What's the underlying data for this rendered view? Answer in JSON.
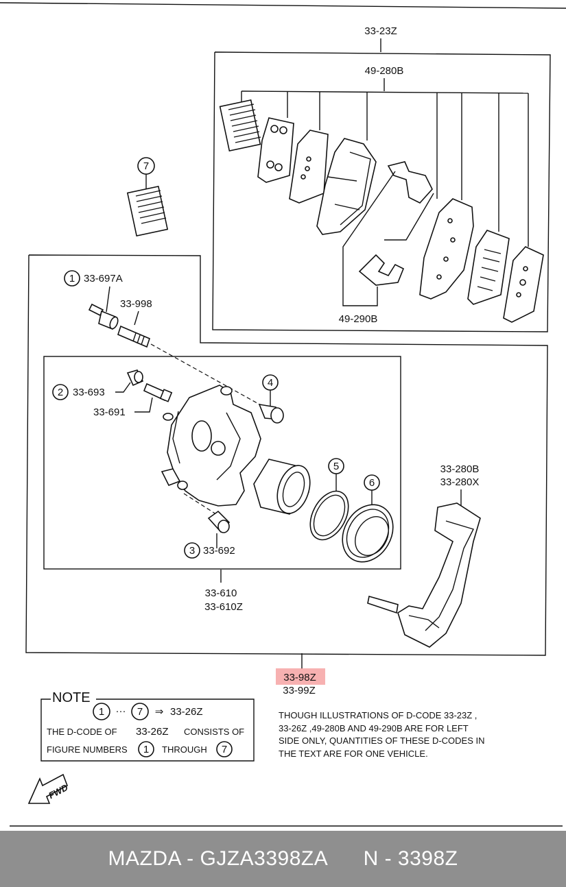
{
  "labels": {
    "kit_main": "33-23Z",
    "pad_set": "49-280B",
    "shim_kit": "49-290B",
    "caliper_assy_a": "33-610",
    "caliper_assy_b": "33-610Z",
    "bracket_a": "33-280B",
    "bracket_b": "33-280X",
    "seal_kit_main": "33-98Z",
    "seal_kit_alt": "33-99Z",
    "p1_code": "33-697A",
    "bolt_code": "33-998",
    "p2_code": "33-693",
    "bleeder_code": "33-691",
    "p3_code": "33-692"
  },
  "callouts": {
    "n1": "1",
    "n2": "2",
    "n3": "3",
    "n4": "4",
    "n5": "5",
    "n6": "6",
    "n7": "7"
  },
  "note": {
    "heading": "NOTE",
    "range_from": "1",
    "range_dots": "···",
    "range_to": "7",
    "arrow": "⇒",
    "range_code": "33-26Z",
    "line2a": "THE D-CODE OF",
    "line2b": "33-26Z",
    "line2c": "CONSISTS OF",
    "line3a": "FIGURE NUMBERS",
    "line3_from": "1",
    "line3b": "THROUGH",
    "line3_to": "7"
  },
  "disclaimer": {
    "line1": "THOUGH ILLUSTRATIONS OF D-CODE 33-23Z ,",
    "line2": "33-26Z  ,49-280B  AND  49-290B ARE FOR LEFT",
    "line3": "SIDE ONLY, QUANTITIES OF THESE D-CODES IN",
    "line4": "THE TEXT ARE FOR ONE VEHICLE."
  },
  "fwd_label": "FWD",
  "footer": "MAZDA - GJZA3398ZA      N - 3398Z",
  "colors": {
    "highlight": "#f6a3a3",
    "footer_bg": "#8f8f8f",
    "footer_text": "#ffffff",
    "ink": "#111111"
  }
}
